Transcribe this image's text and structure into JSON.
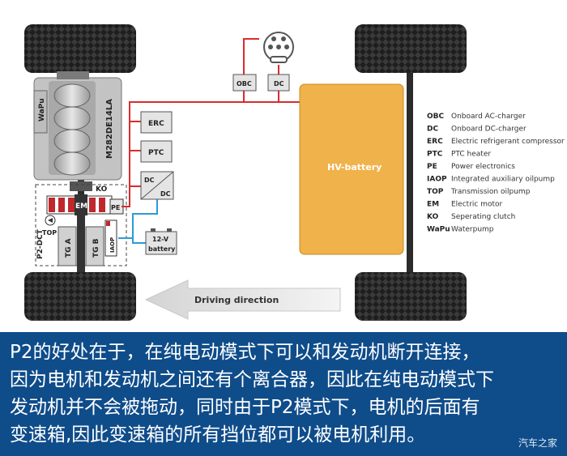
{
  "diagram": {
    "engine_model": "M282DE14LA",
    "labels": {
      "wapu": "WaPu",
      "ko": "KO",
      "em": "EM",
      "pe": "PE",
      "top": "TOP",
      "iaop": "IAOP",
      "p2dct": "P2-DCT",
      "tga": "TG A",
      "tgb": "TG B",
      "obc": "OBC",
      "dc": "DC",
      "erc": "ERC",
      "ptc": "PTC",
      "dcdc_top": "DC",
      "dcdc_bottom": "DC",
      "battery12_top": "12-V",
      "battery12_bottom": "battery",
      "hv_battery": "HV-battery",
      "driving_direction": "Driving direction"
    },
    "colors": {
      "hv_battery": "#f0b24a",
      "hv_line": "#d92c2c",
      "lv_line": "#2a9bd6",
      "tire": "#1c1c1c",
      "engine": "#b9b9b9"
    },
    "legend": [
      {
        "code": "OBC",
        "desc": "Onboard AC-charger"
      },
      {
        "code": "DC",
        "desc": "Onboard DC-charger"
      },
      {
        "code": "ERC",
        "desc": "Electric refrigerant compressor"
      },
      {
        "code": "PTC",
        "desc": "PTC heater"
      },
      {
        "code": "PE",
        "desc": "Power electronics"
      },
      {
        "code": "IAOP",
        "desc": "Integrated auxiliary oilpump"
      },
      {
        "code": "TOP",
        "desc": "Transmission oilpump"
      },
      {
        "code": "EM",
        "desc": "Electric motor"
      },
      {
        "code": "KO",
        "desc": "Seperating clutch"
      },
      {
        "code": "WaPu",
        "desc": "Waterpump"
      }
    ]
  },
  "caption": {
    "lines": [
      "P2的好处在于，在纯电动模式下可以和发动机断开连接，",
      "因为电机和发动机之间还有个离合器，因此在纯电动模式下",
      "发动机并不会被拖动，同时由于P2模式下，电机的后面有",
      "变速箱,因此变速箱的所有挡位都可以被电机利用。"
    ],
    "watermark": "汽车之家"
  }
}
